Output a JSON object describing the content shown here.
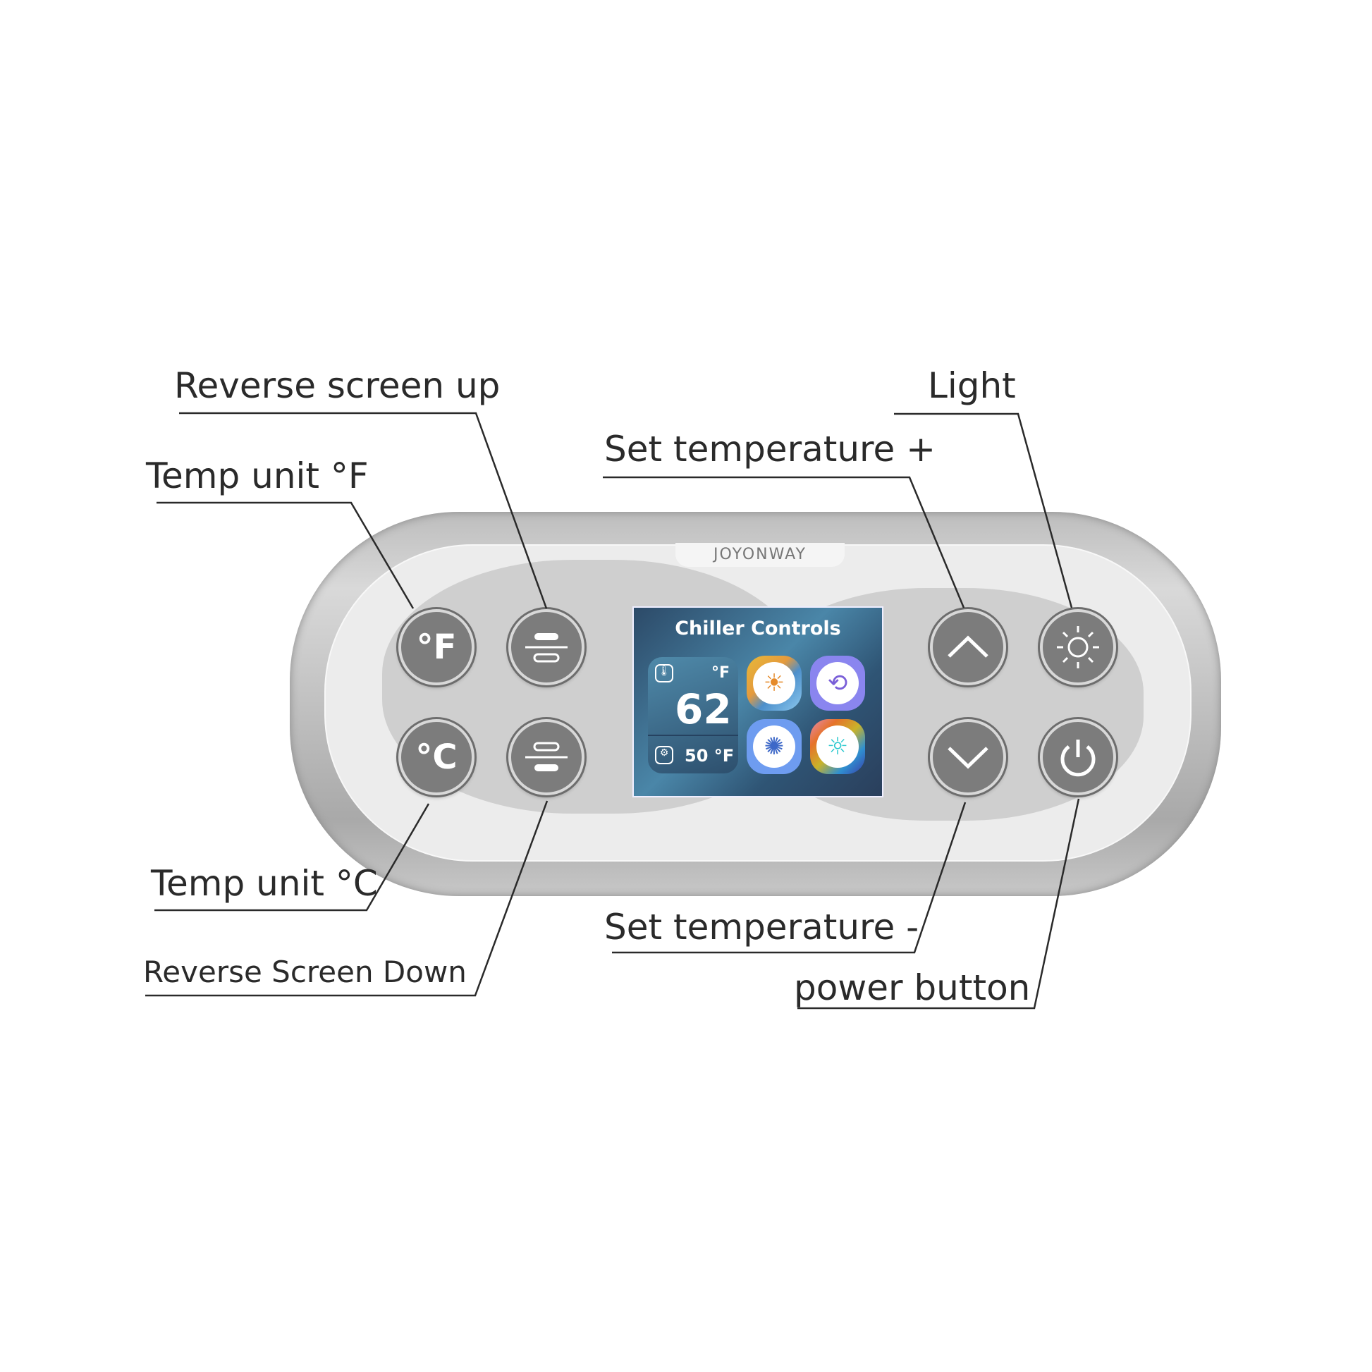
{
  "brand": "JOYONWAY",
  "screen": {
    "title": "Chiller Controls",
    "current_temp": "62",
    "unit": "°F",
    "set_temp": "50 °F",
    "apps": [
      {
        "name": "heat-cool-mode",
        "icon": "sun-snowflake-icon"
      },
      {
        "name": "circulation",
        "icon": "circulation-icon"
      },
      {
        "name": "sterilize",
        "icon": "no-virus-icon"
      },
      {
        "name": "light-cycle",
        "icon": "light-cycle-icon"
      }
    ]
  },
  "buttons": {
    "fahrenheit": "°F",
    "celsius": "°C"
  },
  "labels": {
    "reverse_up": "Reverse screen up",
    "temp_f": "Temp unit °F",
    "set_plus": "Set temperature +",
    "light": "Light",
    "temp_c": "Temp unit °C",
    "reverse_down": "Reverse Screen Down",
    "set_minus": "Set temperature -",
    "power": "power button"
  }
}
